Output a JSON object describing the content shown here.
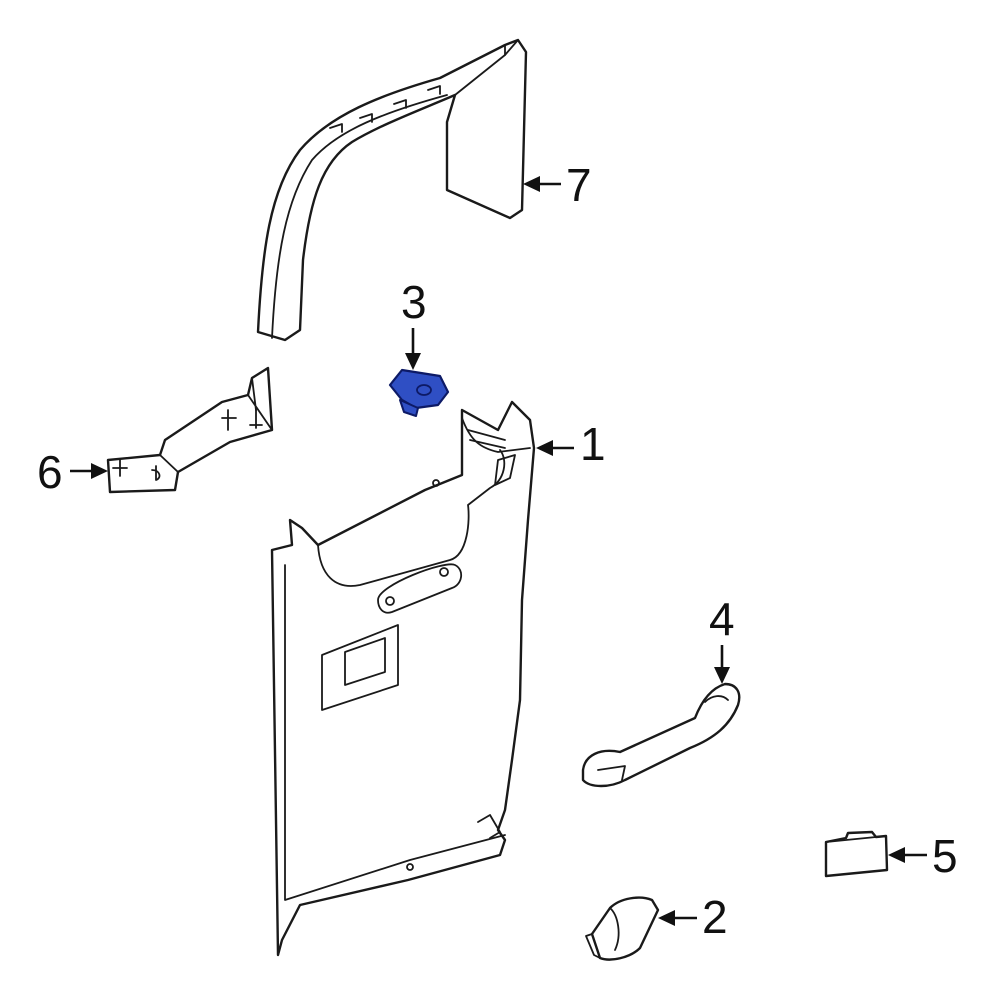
{
  "colors": {
    "line": "#1a1a1a",
    "part_fill": "#ffffff",
    "highlight_fill": "#2f4fc4",
    "highlight_stroke": "#0d1a66"
  },
  "highlighted_part": "3",
  "callouts": [
    {
      "id": "1",
      "label": "1"
    },
    {
      "id": "2",
      "label": "2"
    },
    {
      "id": "3",
      "label": "3"
    },
    {
      "id": "4",
      "label": "4"
    },
    {
      "id": "5",
      "label": "5"
    },
    {
      "id": "6",
      "label": "6"
    },
    {
      "id": "7",
      "label": "7"
    }
  ]
}
